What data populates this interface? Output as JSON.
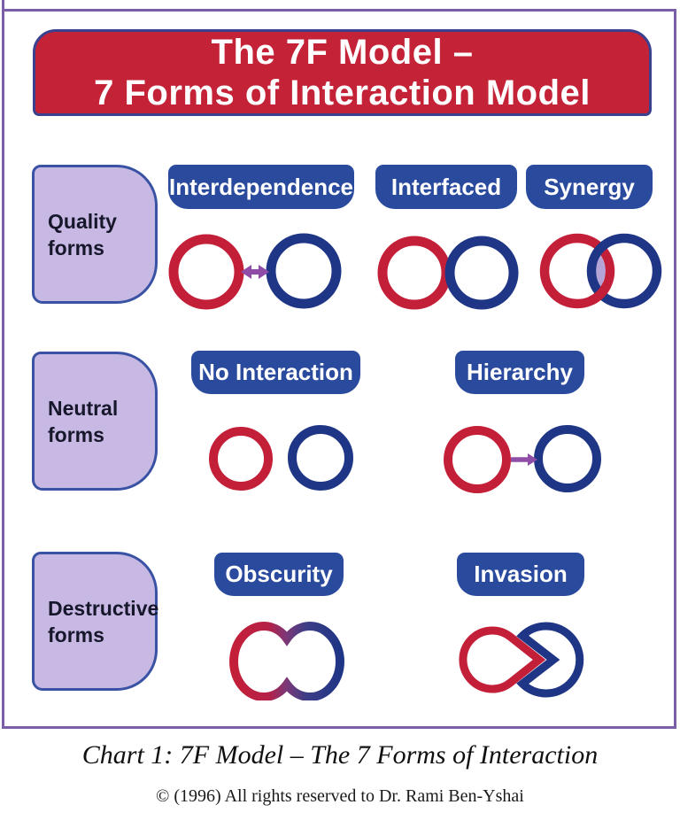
{
  "title": {
    "line1": "The 7F Model –",
    "line2": "7 Forms of Interaction Model"
  },
  "rows": [
    {
      "label": "Quality forms",
      "forms": [
        {
          "name": "Interdependence",
          "icon": "red-ring-double-arrow-blue-ring"
        },
        {
          "name": "Interfaced",
          "icon": "red-ring-touching-blue-ring"
        },
        {
          "name": "Synergy",
          "icon": "red-blue-rings-overlap-lavender-lens"
        }
      ]
    },
    {
      "label": "Neutral forms",
      "forms": [
        {
          "name": "No Interaction",
          "icon": "red-ring-gap-blue-ring"
        },
        {
          "name": "Hierarchy",
          "icon": "red-ring-arrow-to-blue-ring"
        }
      ]
    },
    {
      "label": "Destructive forms",
      "forms": [
        {
          "name": "Obscurity",
          "icon": "merged-peanut-outline-red-to-blue-gradient"
        },
        {
          "name": "Invasion",
          "icon": "red-teardrop-piercing-blue-notched-ring"
        }
      ]
    }
  ],
  "caption": "Chart 1: 7F Model – The 7 Forms of Interaction",
  "copyright": "© (1996)  All rights reserved to Dr. Rami Ben-Yshai",
  "colors": {
    "ring_red": "#C41F38",
    "ring_blue": "#1F3585",
    "banner_blue": "#2A4A9E",
    "banner_red": "#C32237",
    "banner_border_navy": "#3A418F",
    "category_box_lavender": "#C7B9E3",
    "category_box_border_blue": "#3952A3",
    "overlap_lens_lavender": "#B4A4D8",
    "arrow_purple": "#8F4DA8",
    "frame_purple": "#7B5EA8"
  }
}
